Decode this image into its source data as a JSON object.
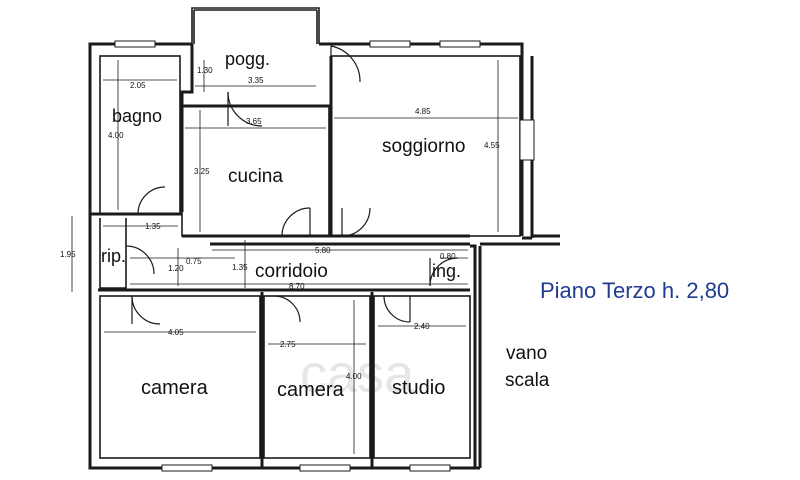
{
  "title": "Piano Terzo h. 2,80",
  "watermark": "casa",
  "colors": {
    "title": "#1f3c8f",
    "walls": "#1a1a1a",
    "background": "#ffffff"
  },
  "rooms": [
    {
      "id": "poggiolo",
      "label": "pogg."
    },
    {
      "id": "bagno",
      "label": "bagno"
    },
    {
      "id": "cucina",
      "label": "cucina"
    },
    {
      "id": "soggiorno",
      "label": "soggiorno"
    },
    {
      "id": "ripostiglio",
      "label": "rip."
    },
    {
      "id": "corridoio",
      "label": "corridoio"
    },
    {
      "id": "ingresso",
      "label": "ing."
    },
    {
      "id": "camera-1",
      "label": "camera"
    },
    {
      "id": "camera-2",
      "label": "camera"
    },
    {
      "id": "studio",
      "label": "studio"
    },
    {
      "id": "vano-scala",
      "label": "vano\nscala"
    }
  ],
  "dimensions": [
    "2.05",
    "1.30",
    "3.35",
    "4.00",
    "3.65",
    "4.85",
    "4.55",
    "3.25",
    "1.35",
    "1.95",
    "0.75",
    "1.35",
    "5.80",
    "0.80",
    "1.20",
    "8.70",
    "4.05",
    "2.75",
    "4.00",
    "2.40"
  ]
}
